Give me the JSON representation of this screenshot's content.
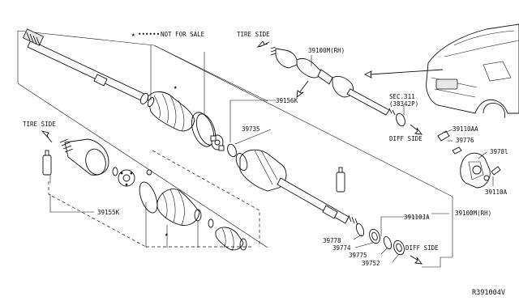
{
  "legend": {
    "marker": "★",
    "text": "NOT FOR SALE"
  },
  "labels": {
    "tire_side_top": "TIRE SIDE",
    "tire_side_left": "TIRE SIDE",
    "diff_side_mid": "DIFF SIDE",
    "diff_side_bottom": "DIFF SIDE",
    "p39100m_rh_top": "39100M(RH)",
    "p39100m_rh_right": "39100M(RH)",
    "p39156k": "39156K",
    "p39735": "39735",
    "sec311": "SEC.311",
    "p38342p": "(38342P)",
    "p39110aa": "39110AA",
    "p39776": "39776",
    "p3978l": "3978l",
    "p39110a": "39110A",
    "p39110ja": "39110JA",
    "p39778": "39778",
    "p39774": "39774",
    "p39775": "39775",
    "p39752": "39752",
    "p39155k": "39155K",
    "star1": "★",
    "star2": "★",
    "diagram_code": "R391004V"
  }
}
